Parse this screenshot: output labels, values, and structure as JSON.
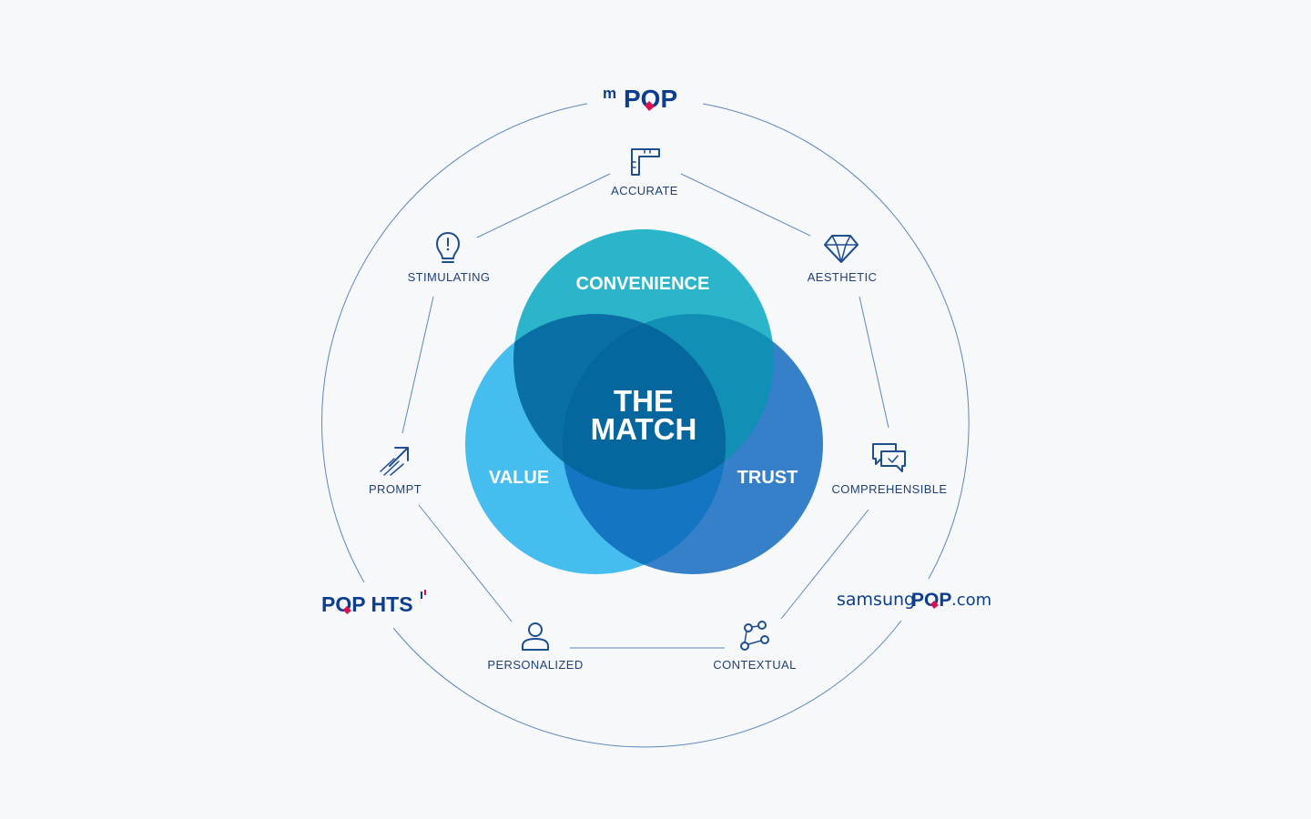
{
  "venn": {
    "top": "CONVENIENCE",
    "left": "VALUE",
    "right": "TRUST",
    "center_line1": "THE",
    "center_line2": "MATCH"
  },
  "attributes": {
    "accurate": "ACCURATE",
    "aesthetic": "AESTHETIC",
    "comprehensible": "COMPREHENSIBLE",
    "contextual": "CONTEXTUAL",
    "personalized": "PERSONALIZED",
    "prompt": "PROMPT",
    "stimulating": "STIMULATING"
  },
  "brands": {
    "mpop_prefix": "m",
    "mpop_main": "POP",
    "pophts_main": "POP HTS",
    "samsungpop_prefix": "samsung",
    "samsungpop_main": "POP",
    "samsungpop_suffix": ".com"
  },
  "colors": {
    "background": "#f7f8fa",
    "convenience": "#2bb7c9",
    "value": "#45bdee",
    "trust": "#3183c8",
    "center": "#06699e",
    "label": "#1f3f78",
    "brand_blue": "#0c3d8f",
    "brand_accent": "#d8124e"
  }
}
